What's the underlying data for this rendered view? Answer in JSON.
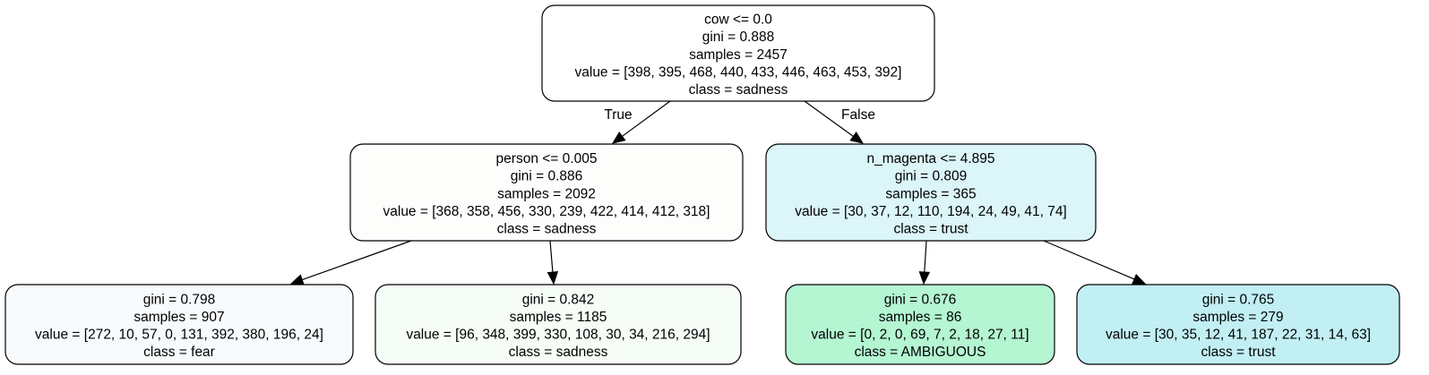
{
  "tree": {
    "nodes": [
      {
        "id": "root",
        "fill": "#ffffff",
        "lines": [
          "cow <= 0.0",
          "gini = 0.888",
          "samples = 2457",
          "value = [398, 395, 468, 440, 433, 446, 463, 453, 392]",
          "class = sadness"
        ]
      },
      {
        "id": "person-split",
        "fill": "#fdfdfb",
        "lines": [
          "person <= 0.005",
          "gini = 0.886",
          "samples = 2092",
          "value = [368, 358, 456, 330, 239, 422, 414, 412, 318]",
          "class = sadness"
        ]
      },
      {
        "id": "magenta-split",
        "fill": "#dbf5f9",
        "lines": [
          "n_magenta <= 4.895",
          "gini = 0.809",
          "samples = 365",
          "value = [30, 37, 12, 110, 194, 24, 49, 41, 74]",
          "class = trust"
        ]
      },
      {
        "id": "leaf-fear",
        "fill": "#f8fbfd",
        "lines": [
          "gini = 0.798",
          "samples = 907",
          "value = [272, 10, 57, 0, 131, 392, 380, 196, 24]",
          "class = fear"
        ]
      },
      {
        "id": "leaf-sadness",
        "fill": "#f6fcf6",
        "lines": [
          "gini = 0.842",
          "samples = 1185",
          "value = [96, 348, 399, 330, 108, 30, 34, 216, 294]",
          "class = sadness"
        ]
      },
      {
        "id": "leaf-ambiguous",
        "fill": "#b4f5d2",
        "lines": [
          "gini = 0.676",
          "samples = 86",
          "value = [0, 2, 0, 69, 7, 2, 18, 27, 11]",
          "class = AMBIGUOUS"
        ]
      },
      {
        "id": "leaf-trust",
        "fill": "#c1eff4",
        "lines": [
          "gini = 0.765",
          "samples = 279",
          "value = [30, 35, 12, 41, 187, 22, 31, 14, 63]",
          "class = trust"
        ]
      }
    ],
    "edges": [
      {
        "from": "root",
        "to": "person-split",
        "label": "True"
      },
      {
        "from": "root",
        "to": "magenta-split",
        "label": "False"
      },
      {
        "from": "person-split",
        "to": "leaf-fear",
        "label": ""
      },
      {
        "from": "person-split",
        "to": "leaf-sadness",
        "label": ""
      },
      {
        "from": "magenta-split",
        "to": "leaf-ambiguous",
        "label": ""
      },
      {
        "from": "magenta-split",
        "to": "leaf-trust",
        "label": ""
      }
    ]
  }
}
